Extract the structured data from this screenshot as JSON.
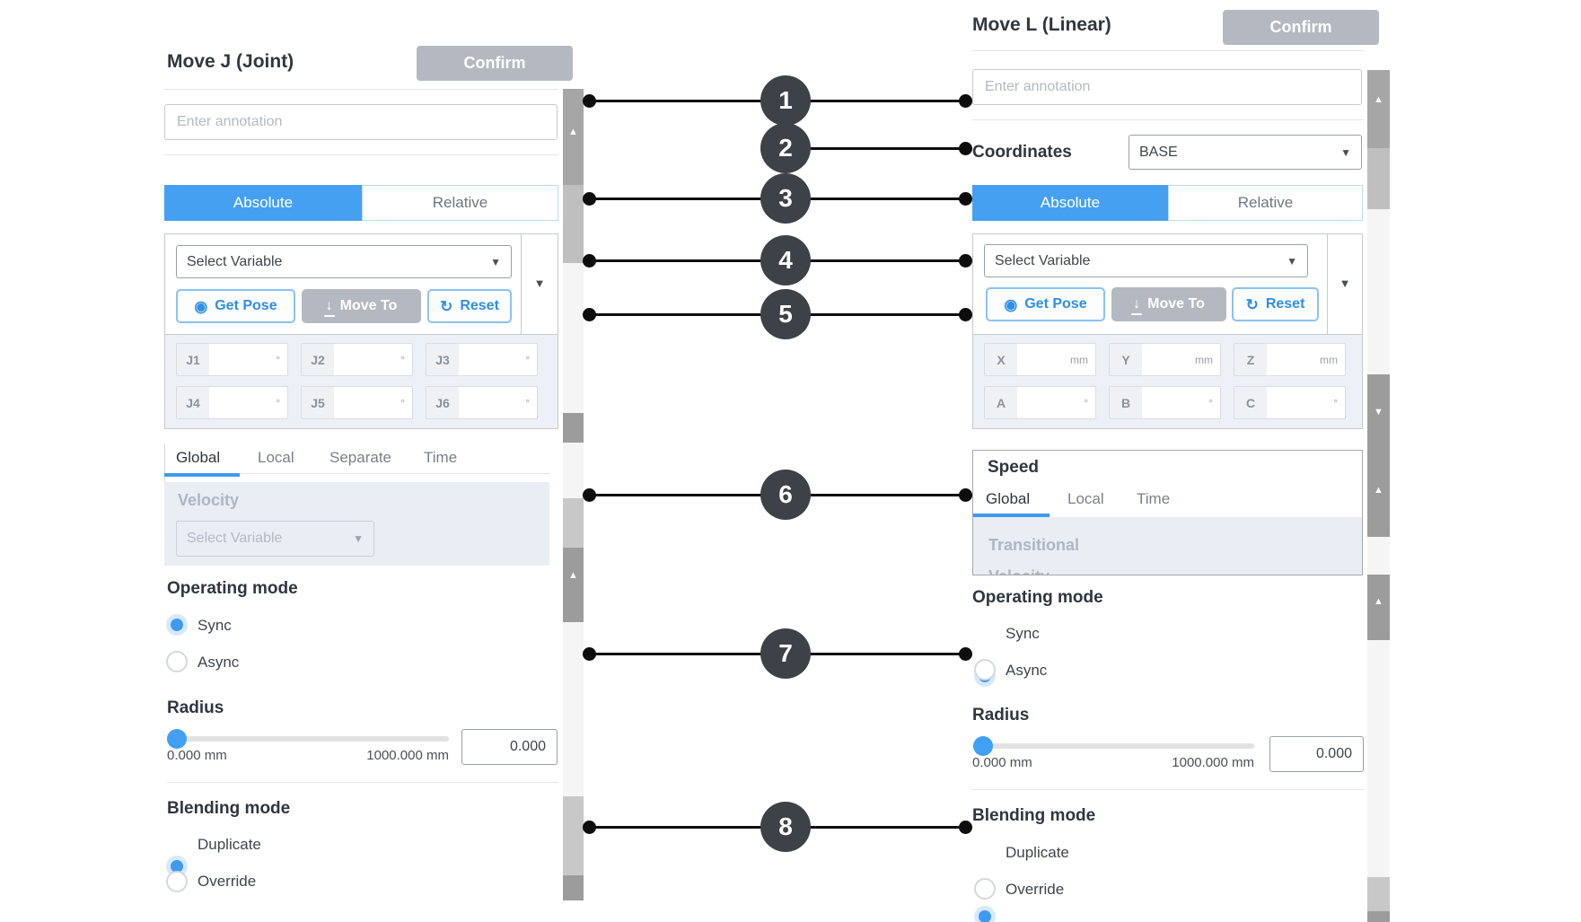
{
  "icons": {
    "caret_down": "▼",
    "get_pose": "◉",
    "move_to_arrow": "↓",
    "reset": "↻",
    "scroll_up": "▲",
    "scroll_down": "▼"
  },
  "colors": {
    "accent_blue": "#46a0f2",
    "confirm_gray": "#b4b9c1",
    "callout_dark": "#3d4248"
  },
  "callouts": [
    "1",
    "2",
    "3",
    "4",
    "5",
    "6",
    "7",
    "8"
  ],
  "panels": {
    "left": {
      "title": "Move J (Joint)",
      "confirm": "Confirm",
      "annotation_placeholder": "Enter annotation",
      "tabs": {
        "absolute": "Absolute",
        "relative": "Relative"
      },
      "variable": {
        "placeholder": "Select Variable",
        "get_pose": "Get Pose",
        "move_to": "Move To",
        "reset": "Reset"
      },
      "fields": [
        {
          "label": "J1",
          "unit": "°"
        },
        {
          "label": "J2",
          "unit": "°"
        },
        {
          "label": "J3",
          "unit": "°"
        },
        {
          "label": "J4",
          "unit": "°"
        },
        {
          "label": "J5",
          "unit": "°"
        },
        {
          "label": "J6",
          "unit": "°"
        }
      ],
      "speed": {
        "tabs": [
          "Global",
          "Local",
          "Separate",
          "Time"
        ],
        "active_tab": "Global",
        "velocity_label": "Velocity",
        "velocity_placeholder": "Select Variable"
      },
      "operating_mode": {
        "heading": "Operating mode",
        "sync": "Sync",
        "async": "Async",
        "selected": "Sync"
      },
      "radius": {
        "heading": "Radius",
        "min_label": "0.000 mm",
        "max_label": "1000.000 mm",
        "value": "0.000"
      },
      "blending": {
        "heading": "Blending mode",
        "duplicate": "Duplicate",
        "override": "Override",
        "selected": "Duplicate"
      }
    },
    "right": {
      "title": "Move L (Linear)",
      "confirm": "Confirm",
      "annotation_placeholder": "Enter annotation",
      "coordinates": {
        "label": "Coordinates",
        "value": "BASE"
      },
      "tabs": {
        "absolute": "Absolute",
        "relative": "Relative"
      },
      "variable": {
        "placeholder": "Select Variable",
        "get_pose": "Get Pose",
        "move_to": "Move To",
        "reset": "Reset"
      },
      "fields": [
        {
          "label": "X",
          "unit": "mm"
        },
        {
          "label": "Y",
          "unit": "mm"
        },
        {
          "label": "Z",
          "unit": "mm"
        },
        {
          "label": "A",
          "unit": "°"
        },
        {
          "label": "B",
          "unit": "°"
        },
        {
          "label": "C",
          "unit": "°"
        }
      ],
      "speed": {
        "heading": "Speed",
        "tabs": [
          "Global",
          "Local",
          "Time"
        ],
        "active_tab": "Global",
        "transitional_label": "Transitional",
        "clipped_label": "Velocity"
      },
      "operating_mode": {
        "heading": "Operating mode",
        "sync": "Sync",
        "async": "Async",
        "selected": "Sync"
      },
      "radius": {
        "heading": "Radius",
        "min_label": "0.000 mm",
        "max_label": "1000.000 mm",
        "value": "0.000"
      },
      "blending": {
        "heading": "Blending mode",
        "duplicate": "Duplicate",
        "override": "Override",
        "selected": "Duplicate"
      }
    }
  }
}
